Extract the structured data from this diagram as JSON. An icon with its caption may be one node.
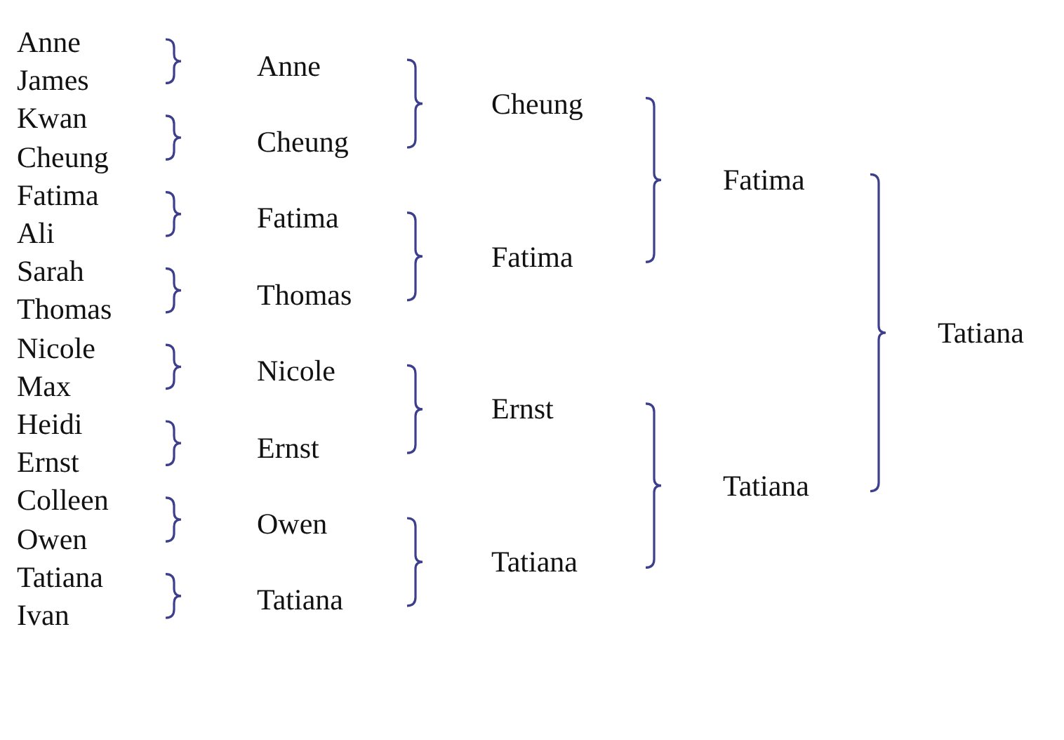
{
  "diagram": {
    "labels": [
      "Anne",
      "James",
      "Kwan",
      "Cheung",
      "Fatima",
      "Ali",
      "Sarah",
      "Thomas",
      "Nicole",
      "Max",
      "Heidi",
      "Ernst",
      "Colleen",
      "Owen",
      "Tatiana",
      "Ivan",
      "Anne",
      "Cheung",
      "Fatima",
      "Thomas",
      "Nicole",
      "Ernst",
      "Owen",
      "Tatiana",
      "Cheung",
      "Fatima",
      "Ernst",
      "Tatiana",
      "Fatima",
      "Tatiana",
      "Tatiana"
    ]
  }
}
